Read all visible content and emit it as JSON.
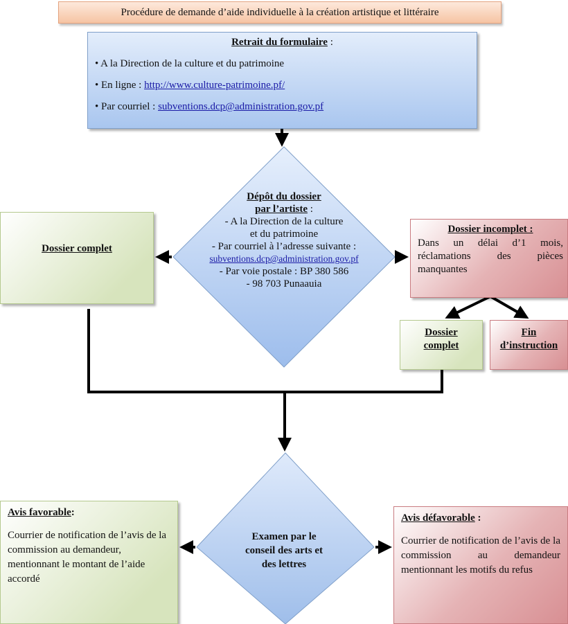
{
  "title": "Procédure de demande d’aide individuelle à la création artistique et littéraire",
  "retrait": {
    "heading": "Retrait du formulaire",
    "heading_suffix": " :",
    "item1": "•  A la Direction de la culture et du patrimoine",
    "item2_prefix": "• En ligne : ",
    "item2_link": "http://www.culture-patrimoine.pf/",
    "item3_prefix": "• Par courriel : ",
    "item3_link": "subventions.dcp@administration.gov.pf"
  },
  "depot": {
    "heading_line1": "Dépôt du dossier",
    "heading_line2": "par l’artiste",
    "heading_suffix": " :",
    "line1": "- A la Direction de la culture",
    "line2": "et du patrimoine",
    "line3": "- Par courriel à l’adresse suivante :",
    "email": "subventions.dcp@administration.gov.pf",
    "line4": "-    Par voie postale : BP 380 586",
    "line5": "-     98 703 Punaauia"
  },
  "dossier_complet_left": "Dossier complet",
  "incomplet": {
    "heading": "Dossier incomplet :",
    "body": "Dans un délai d’1 mois, réclamations des pièces manquantes"
  },
  "small_complet": {
    "line1": "Dossier",
    "line2": "complet"
  },
  "fin_instruction": {
    "line1": "Fin",
    "line2": "d’instruction"
  },
  "examen": {
    "line1": "Examen par le",
    "line2": "conseil des arts et",
    "line3": "des lettres"
  },
  "favorable": {
    "heading": "Avis favorable",
    "heading_suffix": ":",
    "body": "Courrier de notification de l’avis de la commission au demandeur, mentionnant le montant de l’aide accordé"
  },
  "defavorable": {
    "heading": "Avis défavorable",
    "heading_suffix": " :",
    "body": "Courrier de notification de l’avis de la commission au demandeur mentionnant les motifs du refus"
  },
  "colors": {
    "blue_fill": "#a9c6ef",
    "green_fill": "#d7e4bd",
    "red_fill": "#e5b3b5",
    "title_fill": "#f6c4a3",
    "connector": "#000000"
  }
}
